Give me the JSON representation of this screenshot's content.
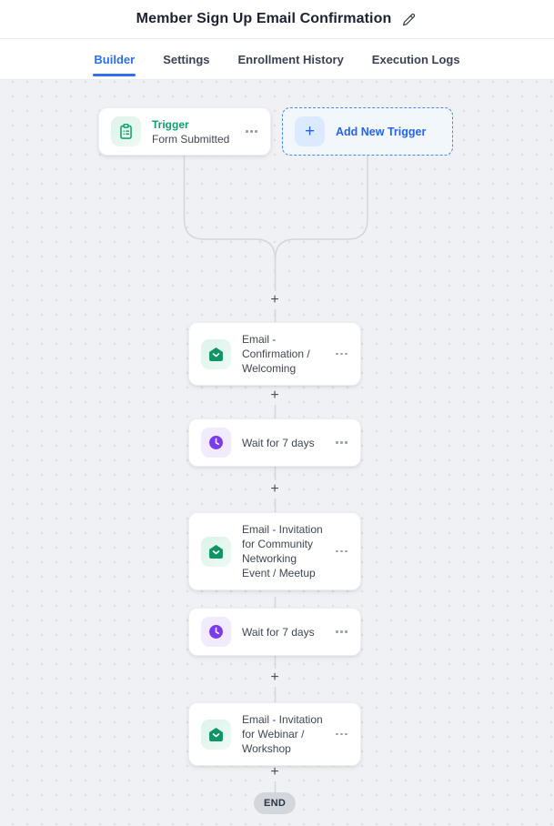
{
  "header": {
    "title": "Member Sign Up Email Confirmation"
  },
  "tabs": {
    "items": [
      {
        "label": "Builder",
        "active": true
      },
      {
        "label": "Settings",
        "active": false
      },
      {
        "label": "Enrollment History",
        "active": false
      },
      {
        "label": "Execution Logs",
        "active": false
      }
    ]
  },
  "canvas": {
    "trigger": {
      "title": "Trigger",
      "subtitle": "Form Submitted"
    },
    "add_trigger": {
      "label": "Add New Trigger"
    },
    "nodes": [
      {
        "type": "email",
        "label": "Email - Confirmation / Welcoming"
      },
      {
        "type": "wait",
        "label": "Wait for 7 days"
      },
      {
        "type": "email",
        "label": "Email - Invitation for Community Networking Event / Meetup"
      },
      {
        "type": "wait",
        "label": "Wait for 7 days"
      },
      {
        "type": "email",
        "label": "Email - Invitation for Webinar / Workshop"
      }
    ],
    "end_label": "END"
  },
  "icons": {
    "plus": "+",
    "more": "more-options",
    "edit": "edit-pencil",
    "trigger": "clipboard-form",
    "email": "open-envelope",
    "wait": "clock"
  },
  "colors": {
    "accent_blue": "#2f6fed",
    "trigger_green": "#0d9f6e",
    "email_green": "#0e9467",
    "wait_purple": "#7c3aed",
    "canvas_bg": "#f0f1f4",
    "connector": "#d3d7dd",
    "end_pill_bg": "#d3d7dc"
  }
}
